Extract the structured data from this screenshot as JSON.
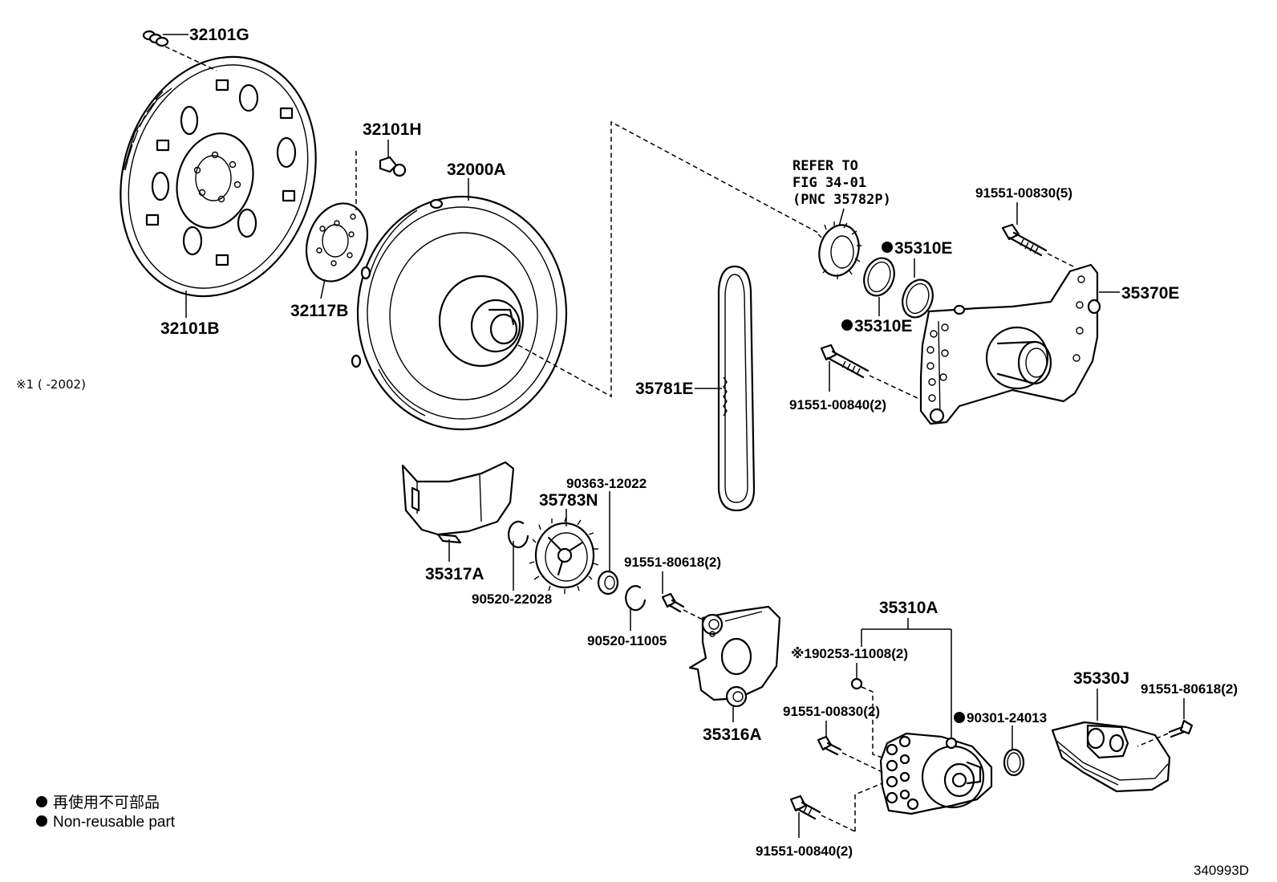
{
  "labels": {
    "p32101G": "32101G",
    "p32101H": "32101H",
    "p32000A": "32000A",
    "p32117B": "32117B",
    "p32101B": "32101B",
    "ref_line1": "REFER TO",
    "ref_line2": "FIG 34-01",
    "ref_line3": "(PNC 35782P)",
    "p91551_00830_5": "91551-00830(5)",
    "p35310E_a": "35310E",
    "p35310E_b": "35310E",
    "p35370E": "35370E",
    "p35781E": "35781E",
    "p91551_00840_2_top": "91551-00840(2)",
    "p90363_12022": "90363-12022",
    "p35783N": "35783N",
    "p35317A": "35317A",
    "p90520_22028": "90520-22028",
    "p91551_80618_2_mid": "91551-80618(2)",
    "p90520_11005": "90520-11005",
    "p35316A": "35316A",
    "p35310A": "35310A",
    "p90253_11008_2": "※190253-11008(2)",
    "p91551_00830_2": "91551-00830(2)",
    "p90301_24013": "90301-24013",
    "p35330J": "35330J",
    "p91551_80618_2_right": "91551-80618(2)",
    "p91551_00840_2_bottom": "91551-00840(2)"
  },
  "note": "※1 (      -2002)",
  "legend": {
    "jp": "再使用不可部品",
    "en": "Non-reusable part"
  },
  "figure_id": "340993D"
}
